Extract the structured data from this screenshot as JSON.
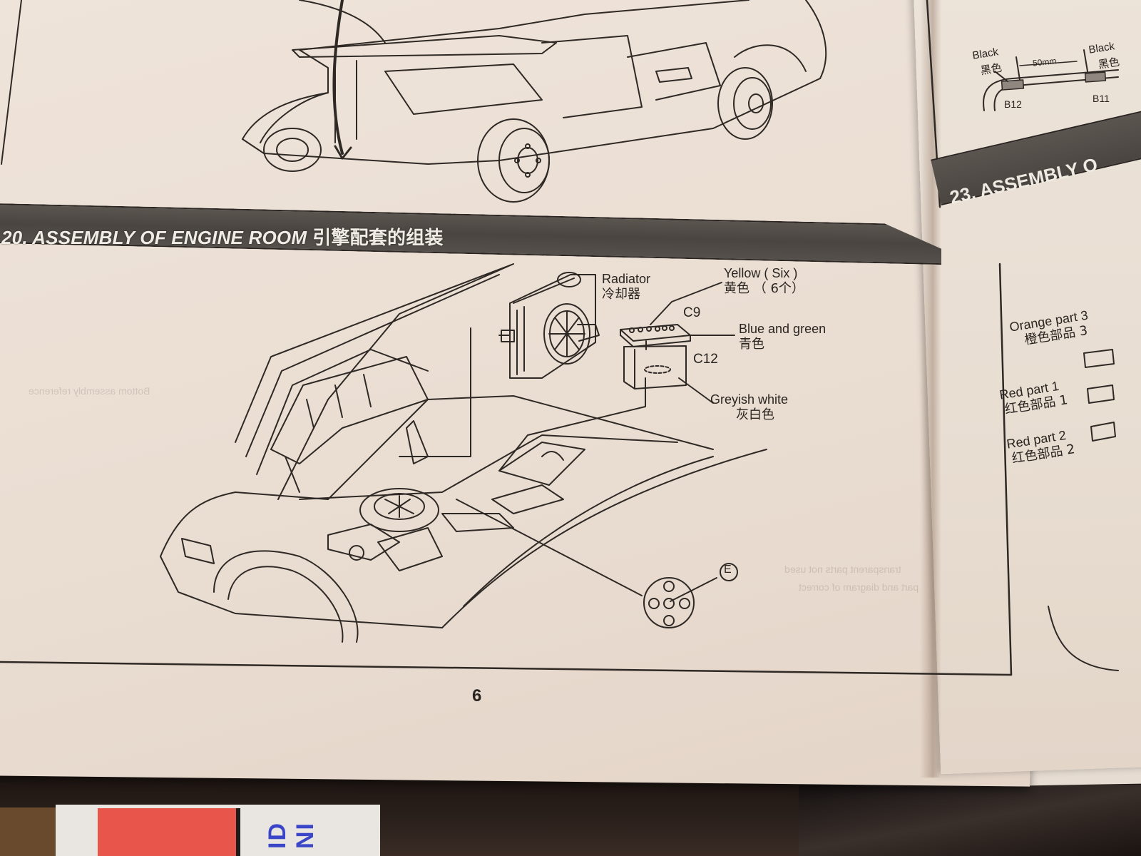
{
  "document": {
    "type": "model kit instruction manual",
    "page_number": "6"
  },
  "section_19": {
    "description": "Rear view of car body with open hatch / interior (partial, top of page)"
  },
  "section_20": {
    "title_en": "20. ASSEMBLY OF ENGINE ROOM",
    "title_zh": "引擎配套的组装",
    "callouts": [
      {
        "id": "radiator",
        "en": "Radiator",
        "zh": "冷却器"
      },
      {
        "id": "yellow",
        "en": "Yellow ( Six )",
        "zh": "黄色 （ 6个）"
      },
      {
        "id": "blue-green",
        "en": "Blue and green",
        "zh": "青色"
      },
      {
        "id": "greyish-white",
        "en": "Greyish white",
        "zh": "灰白色"
      }
    ],
    "part_codes": [
      "C9",
      "C12"
    ],
    "detail_marker": "E"
  },
  "right_page": {
    "top_callouts": [
      {
        "en": "Black",
        "zh": "黑色",
        "part": "B12"
      },
      {
        "en": "Black",
        "zh": "黑色",
        "part": "B11"
      }
    ],
    "dimension": "50mm",
    "section_23": {
      "title": "23. ASSEMBLY O"
    },
    "callouts": [
      {
        "en": "Orange part 3",
        "zh": "橙色部品 3"
      },
      {
        "en": "Red part 1",
        "zh": "红色部品 1"
      },
      {
        "en": "Red part 2",
        "zh": "红色部品 2"
      }
    ]
  },
  "background": {
    "decal_text": "ID NI",
    "colors": {
      "paper": "#ebdfd4",
      "banner": "#4f4a46",
      "banner_text": "#f1ede6",
      "ink": "#2a2420",
      "decal_red": "#e8554a",
      "decal_blue": "#3a45c8"
    }
  }
}
